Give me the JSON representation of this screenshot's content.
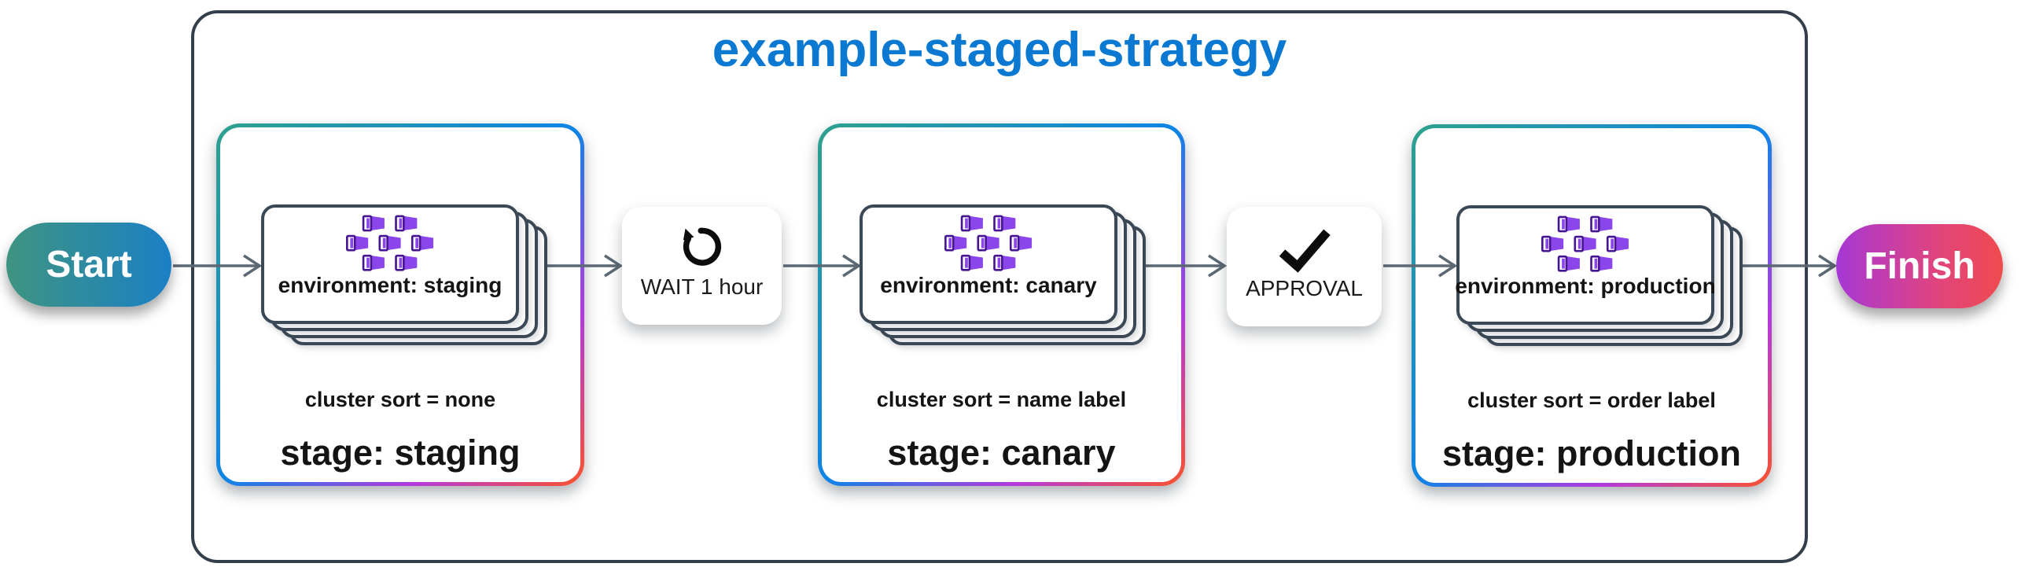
{
  "diagram": {
    "title": "example-staged-strategy",
    "start": {
      "label": "Start"
    },
    "finish": {
      "label": "Finish"
    },
    "stages": [
      {
        "environment_label": "environment: staging",
        "cluster_sort_label": "cluster sort = none",
        "stage_label": "stage: staging",
        "cluster_icon": "container-cluster-icon"
      },
      {
        "environment_label": "environment: canary",
        "cluster_sort_label": "cluster sort = name label",
        "stage_label": "stage: canary",
        "cluster_icon": "container-cluster-icon"
      },
      {
        "environment_label": "environment: production",
        "cluster_sort_label": "cluster sort = order label",
        "stage_label": "stage: production",
        "cluster_icon": "container-cluster-icon"
      }
    ],
    "connectors": [
      {
        "label": "WAIT 1 hour",
        "icon": "arrow-counterclockwise-icon"
      },
      {
        "label": "APPROVAL",
        "icon": "checkmark-icon"
      }
    ],
    "colors": {
      "title_blue": "#0b79d1",
      "outline_dark": "#333f4a",
      "card_border": "#3b4855",
      "arrow_gray": "#5c6873",
      "start_gradient_from": "#3e9480",
      "start_gradient_to": "#1b80c6",
      "finish_gradient_from": "#a637d6",
      "finish_gradient_to": "#ef4b4d",
      "stage_gradient_stops": [
        "#2fa18d",
        "#0e84e6",
        "#b23ade",
        "#f4503a"
      ],
      "icon_purple": "#8a46ea",
      "icon_purple_dark": "#451591"
    }
  }
}
